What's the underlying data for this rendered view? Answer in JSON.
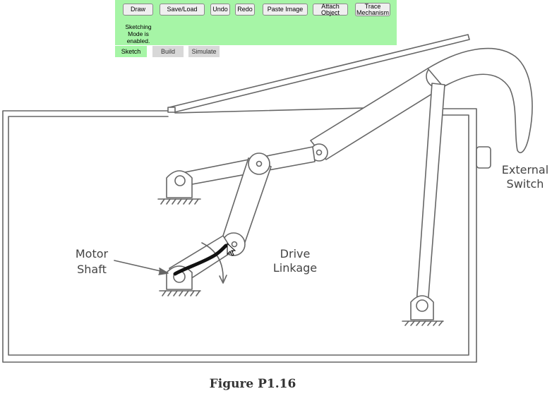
{
  "toolbar": {
    "draw_label": "Draw",
    "saveload_label": "Save/Load",
    "undo_label": "Undo",
    "redo_label": "Redo",
    "paste_image_label": "Paste Image",
    "attach_object_label": "Attach Object",
    "trace_mechanism_label_line1": "Trace",
    "trace_mechanism_label_line2": "Mechanism",
    "status_line1": "Sketching",
    "status_line2": "Mode is",
    "status_line3": "enabled."
  },
  "tabs": [
    {
      "label": "Sketch",
      "active": true
    },
    {
      "label": "Build",
      "active": false
    },
    {
      "label": "Simulate",
      "active": false
    }
  ],
  "figure": {
    "label_motor_line1": "Motor",
    "label_motor_line2": "Shaft",
    "label_drive_line1": "Drive",
    "label_drive_line2": "Linkage",
    "label_switch_line1": "External",
    "label_switch_line2": "Switch",
    "caption": "Figure P1.16"
  },
  "colors": {
    "toolbar_bg": "#a6f5a6",
    "tab_inactive": "#d8d8d8",
    "sketch_stroke": "#111111",
    "line_art": "#555555"
  },
  "icons": {
    "cursor": "arrow-cursor-icon"
  }
}
